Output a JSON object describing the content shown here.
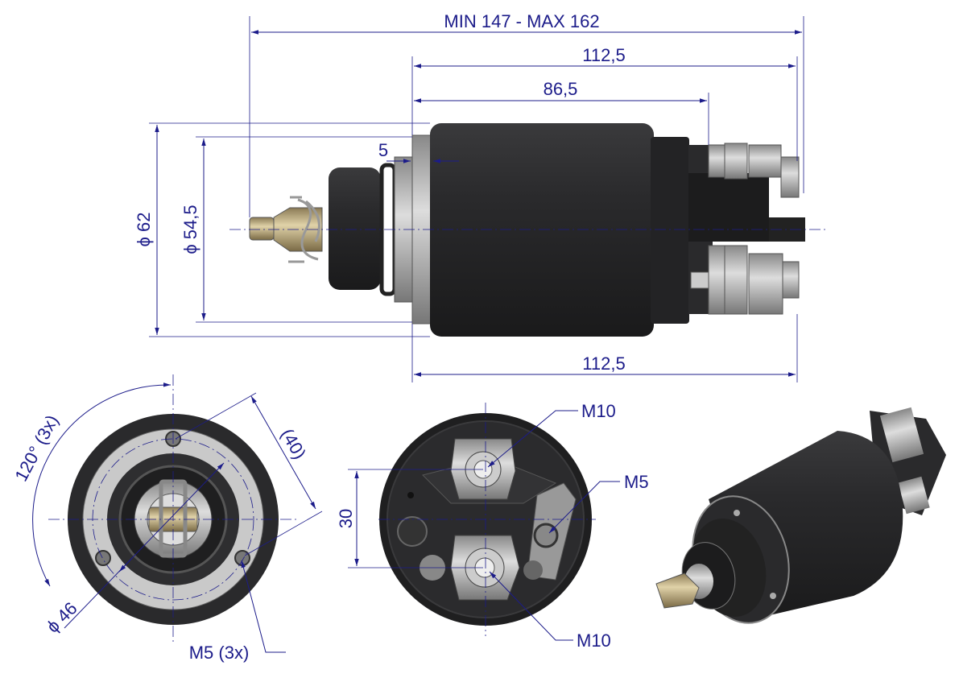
{
  "drawing": {
    "side_view": {
      "overall_length": "MIN 147 - MAX 162",
      "body_length_top": "112,5",
      "body_to_terminal": "86,5",
      "flange_thickness": "5",
      "diameter_outer": "ϕ 62",
      "diameter_inner": "ϕ 54,5",
      "body_length_bottom": "112,5"
    },
    "front_view": {
      "angle": "120° (3x)",
      "hole_spacing": "(40)",
      "bolt_circle": "ϕ 46",
      "mount_thread": "M5 (3x)"
    },
    "rear_view": {
      "terminal_top": "M10",
      "terminal_small": "M5",
      "terminal_spacing": "30",
      "terminal_bottom": "M10"
    },
    "colors": {
      "dimension": "#1c1c8a",
      "body": "#2b2b2d",
      "metal": "#b8b8b8"
    }
  }
}
